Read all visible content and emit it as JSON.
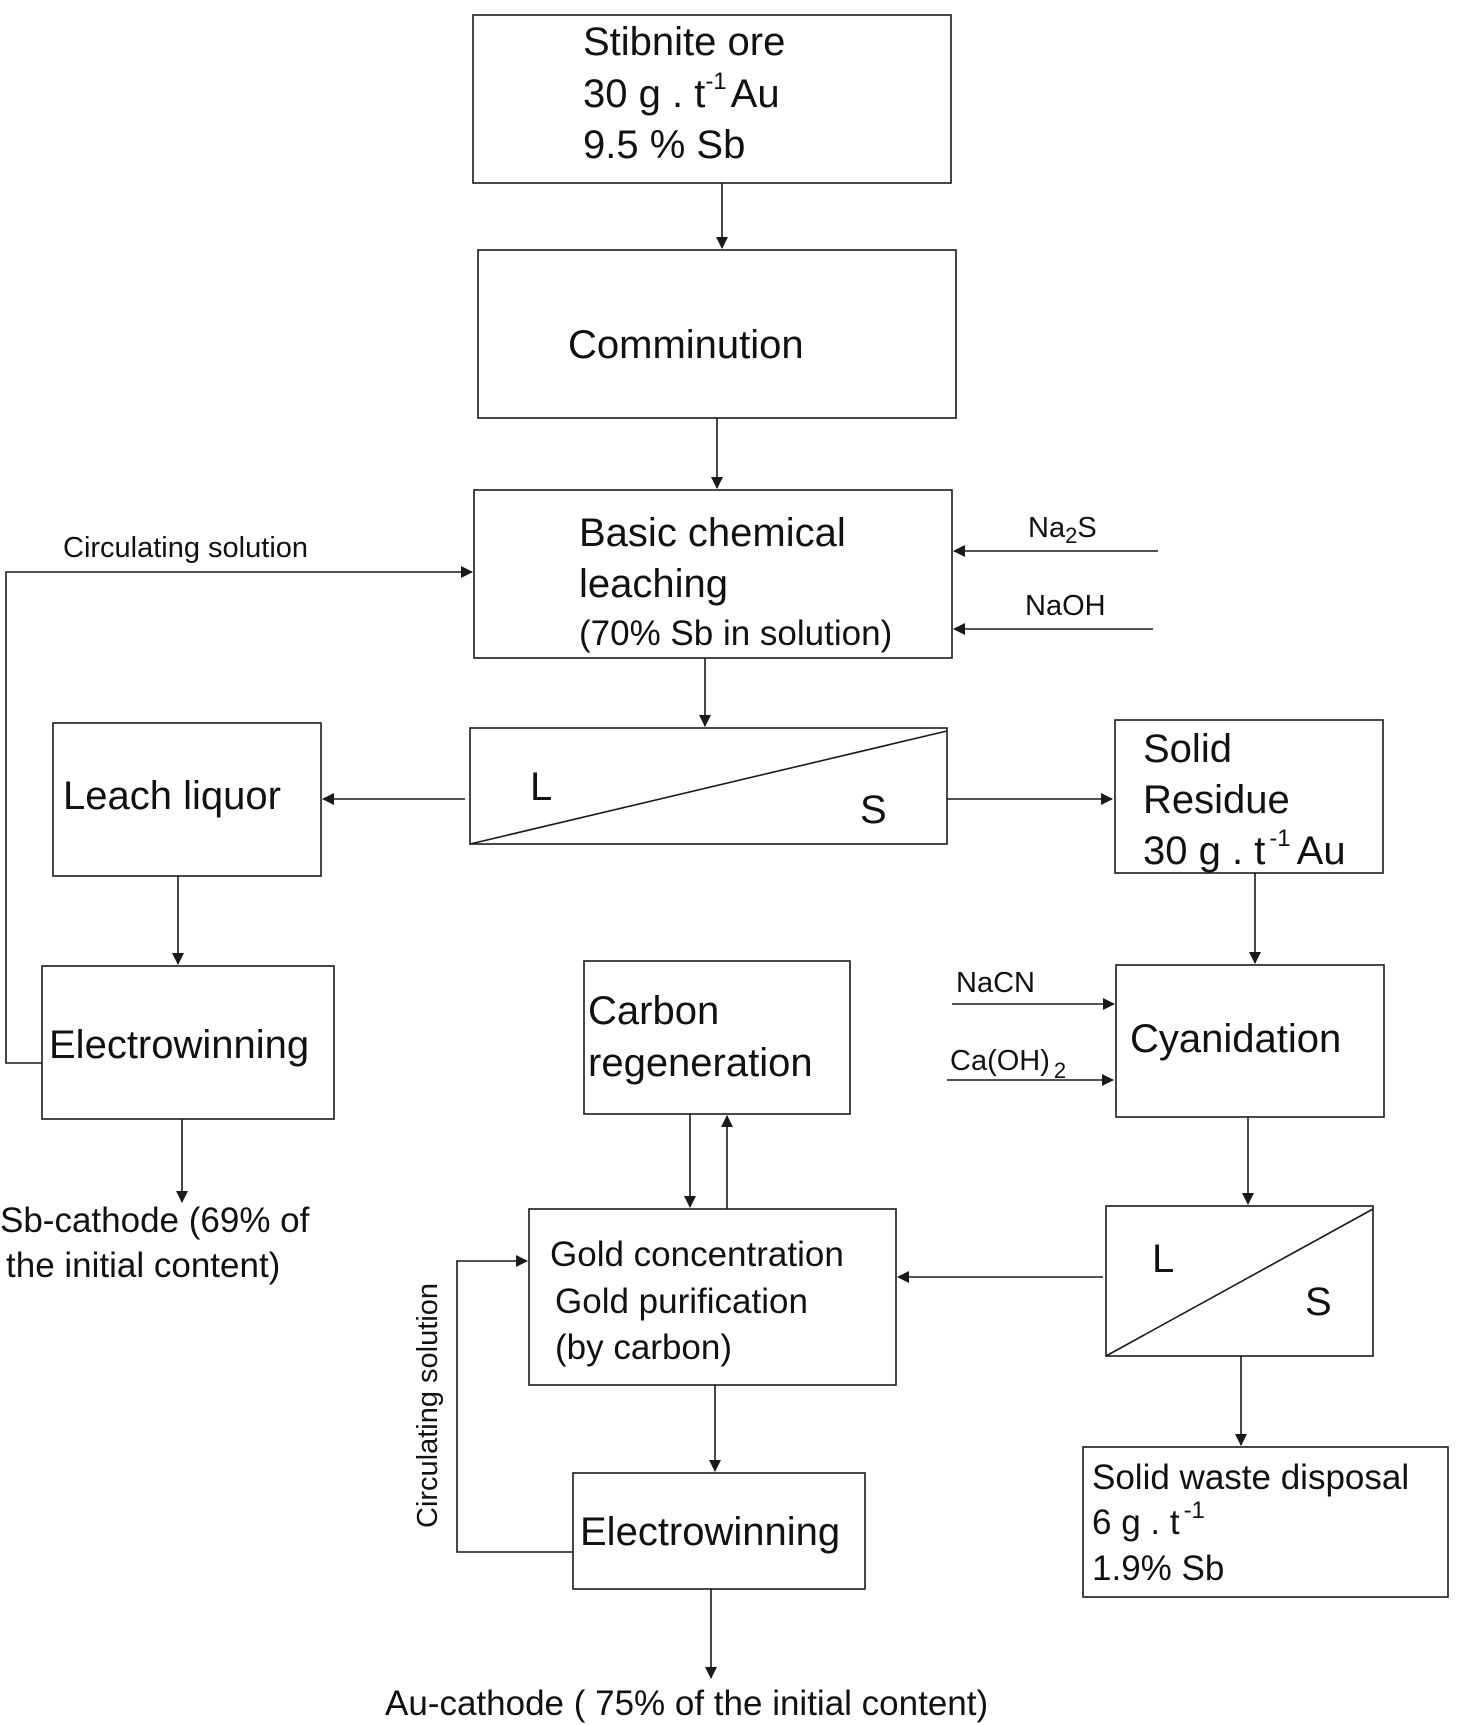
{
  "nodes": {
    "stibnite_ore": {
      "line1": "Stibnite ore",
      "line2": "30 g . t",
      "line2_sup": "-1",
      "line2_tail": "Au",
      "line3": "9.5 % Sb"
    },
    "comminution": {
      "label": "Comminution"
    },
    "basic_leaching": {
      "line1": "Basic chemical",
      "line2": "leaching",
      "line3": "(70% Sb in solution)"
    },
    "separator_1": {
      "left": "L",
      "right": "S"
    },
    "leach_liquor": {
      "label": "Leach liquor"
    },
    "solid_residue": {
      "line1": "Solid",
      "line2": "Residue",
      "line3": "30 g . t",
      "line3_sup": "-1",
      "line3_tail": "Au"
    },
    "electrowinning_sb": {
      "label": "Electrowinning"
    },
    "carbon_regeneration": {
      "line1": "Carbon",
      "line2": "regeneration"
    },
    "cyanidation": {
      "label": "Cyanidation"
    },
    "gold_concentration": {
      "line1": "Gold concentration",
      "line2": "Gold purification",
      "line3": "(by carbon)"
    },
    "separator_2": {
      "left": "L",
      "right": "S"
    },
    "electrowinning_au": {
      "label": "Electrowinning"
    },
    "solid_waste": {
      "line1": "Solid waste disposal",
      "line2": "6 g . t",
      "line2_sup": "-1",
      "line3": "1.9% Sb"
    }
  },
  "inputs": {
    "na2s": {
      "pre": "Na",
      "sub": "2",
      "post": "S"
    },
    "naoh": "NaOH",
    "nacn": "NaCN",
    "caoh2": {
      "main": "Ca(OH)",
      "sub": "2"
    }
  },
  "flow_labels": {
    "circulating_top": "Circulating solution",
    "circulating_bottom": "Circulating solution"
  },
  "outputs": {
    "sb_cathode_line1": "Sb-cathode (69% of",
    "sb_cathode_line2": "the initial content)",
    "au_cathode": "Au-cathode ( 75% of the initial content)"
  }
}
